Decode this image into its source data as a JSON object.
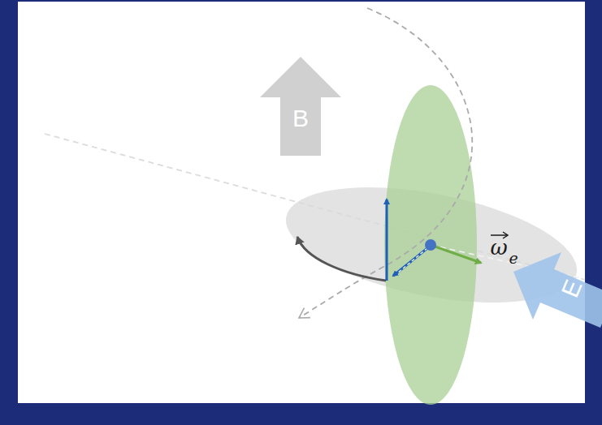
{
  "diagram": {
    "nodes": [
      {
        "text": [
          "B"
        ]
      },
      {
        "text": [
          "E"
        ]
      }
    ],
    "labels": [
      "ω",
      "e"
    ]
  }
}
